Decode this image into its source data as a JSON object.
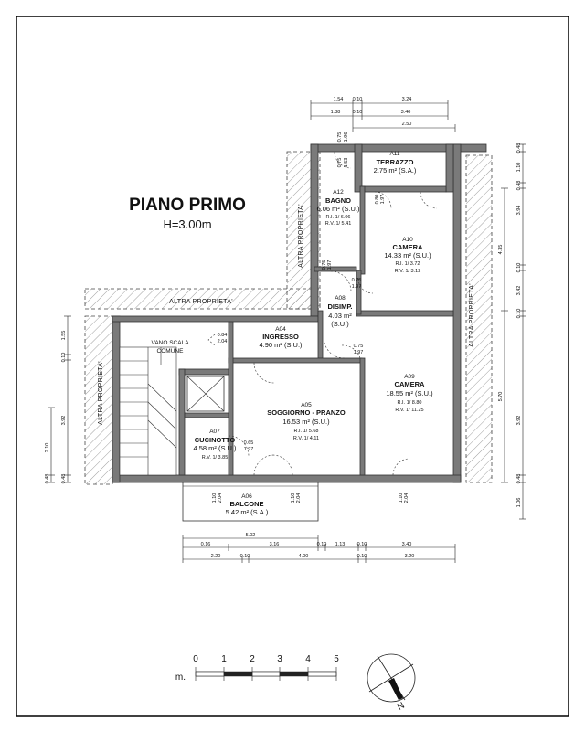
{
  "title": "PIANO PRIMO",
  "height_label": "H=3.00m",
  "altra_proprieta": "ALTRA PROPRIETA'",
  "vano_scala": [
    "VANO SCALA",
    "COMUNE"
  ],
  "rooms": {
    "a04": {
      "code": "A04",
      "name": "INGRESSO",
      "area": "4.90 m² (S.U.)"
    },
    "a05": {
      "code": "A05",
      "name": "SOGGIORNO - PRANZO",
      "area": "16.53 m² (S.U.)",
      "ri": "R.I. 1/ 5.68",
      "rv": "R.V. 1/ 4.11"
    },
    "a06": {
      "code": "A06",
      "name": "BALCONE",
      "area": "5.42 m² (S.A.)"
    },
    "a07": {
      "code": "A07",
      "name": "CUCINOTTO",
      "area": "4.58 m² (S.U.)",
      "rv": "R.V. 1/ 3.85"
    },
    "a08": {
      "code": "A08",
      "name": "DISIMP.",
      "area": "4.03 m²",
      "area2": "(S.U.)"
    },
    "a09": {
      "code": "A09",
      "name": "CAMERA",
      "area": "18.55 m² (S.U.)",
      "ri": "R.I. 1/ 8.80",
      "rv": "R.V. 1/ 11.25"
    },
    "a10": {
      "code": "A10",
      "name": "CAMERA",
      "area": "14.33 m² (S.U.)",
      "ri": "R.I. 1/ 3.72",
      "rv": "R.V. 1/ 3.12"
    },
    "a11": {
      "code": "A11",
      "name": "TERRAZZO",
      "area": "2.75 m² (S.A.)"
    },
    "a12": {
      "code": "A12",
      "name": "BAGNO",
      "area": "6.06 m² (S.U.)",
      "ri": "R.I. 1/ 6.06",
      "rv": "R.V. 1/ 5.41"
    }
  },
  "dims_top": {
    "row1": [
      "1.54",
      "0.10",
      "3.24"
    ],
    "row2": [
      "1.38",
      "0.10",
      "3.40"
    ],
    "row3": [
      "2.50"
    ]
  },
  "dims_right": {
    "outer": [
      "0.48",
      "1.10",
      "0.48",
      "3.94",
      "0.10",
      "3.42",
      "0.10",
      "3.92",
      "0.48",
      "1.06"
    ],
    "inner": [
      "4.35",
      "5.70"
    ]
  },
  "dims_left": {
    "outer": [
      "1.55",
      "0.10",
      "3.92",
      "0.48"
    ],
    "inner": [
      "2.10",
      "0.48"
    ]
  },
  "dims_bottom": {
    "row1": [
      "5.02"
    ],
    "row2": [
      "0.16",
      "3.16",
      "0.10",
      "1.13",
      "0.10",
      "3.40"
    ],
    "row3": [
      "2.20",
      "0.10",
      "4.00",
      "0.10",
      "3.20"
    ]
  },
  "openings": {
    "o1": "0.75",
    "o2": "1.96",
    "o3": "0.75",
    "o4": "1.53",
    "o5": "0.80",
    "o6": "1.97",
    "o7": "0.75",
    "o8": "1.97",
    "o9": "0.75",
    "o10": "1.97",
    "o11": "0.75",
    "o12": "1.97",
    "o13": "0.84",
    "o14": "2.04",
    "o15": "0.65",
    "o16": "1.97",
    "o17": "1.10",
    "o18": "2.04",
    "o19": "1.10",
    "o20": "2.04",
    "o21": "1.10",
    "o22": "2.04"
  },
  "scale": {
    "unit": "m.",
    "ticks": [
      "0",
      "1",
      "2",
      "3",
      "4",
      "5"
    ]
  },
  "north_label": "N"
}
